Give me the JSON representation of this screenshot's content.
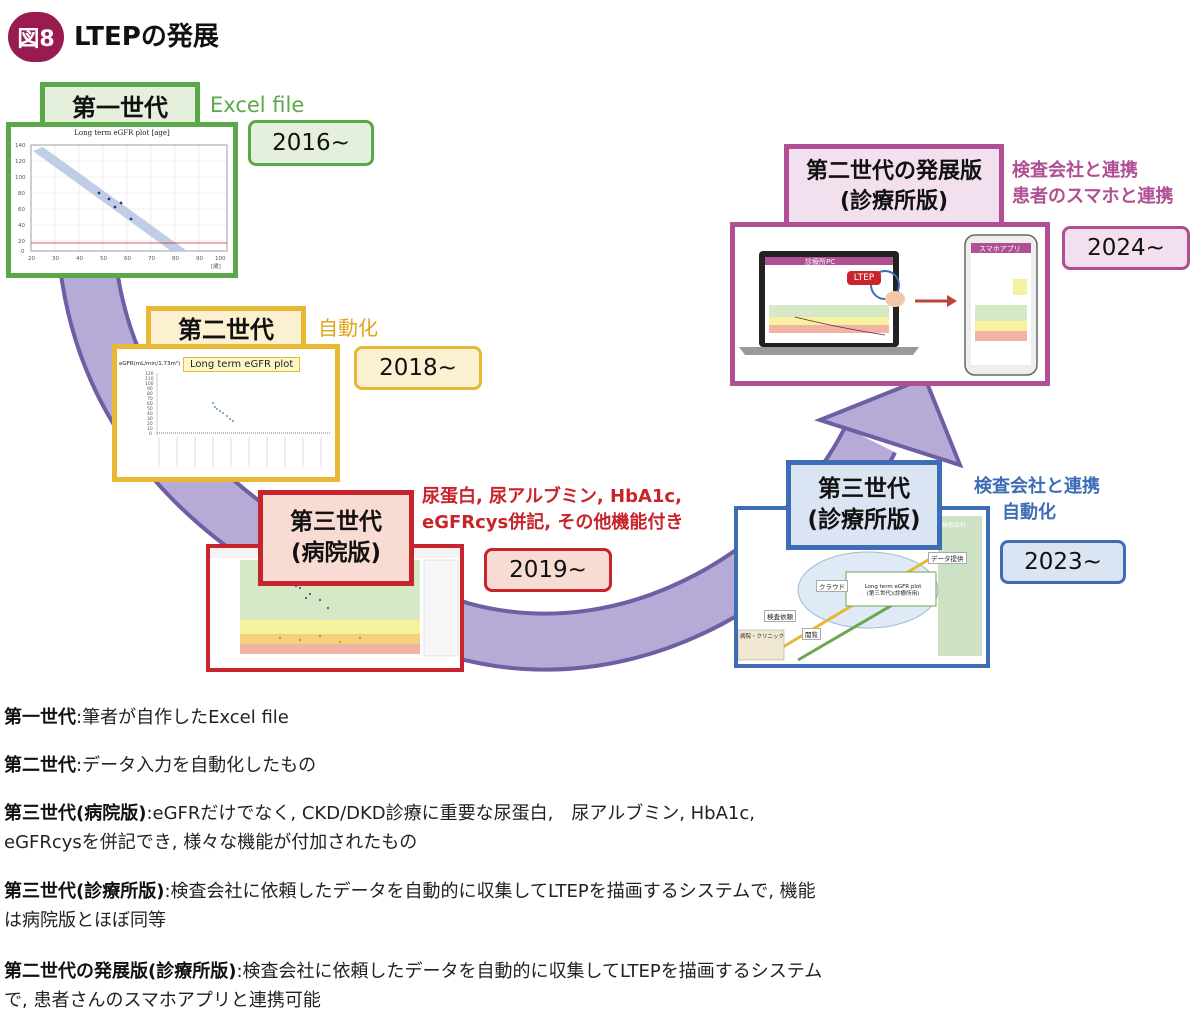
{
  "title": {
    "badge": "図8",
    "text": "LTEPの発展"
  },
  "colors": {
    "gen1": "#5aa84a",
    "gen2": "#e8b834",
    "gen3h": "#c8242b",
    "gen3c": "#3e6db5",
    "gen2dev": "#b04f93",
    "arrow": "#8b7bb8",
    "badge": "#9a1b4f"
  },
  "gen1": {
    "label": "第一世代",
    "note": "Excel file",
    "year": "2016~",
    "chart": {
      "title": "Long term eGFR plot [age]",
      "yticks": [
        "140",
        "120",
        "100",
        "80",
        "60",
        "40",
        "20",
        "0"
      ],
      "xticks": [
        "20",
        "30",
        "40",
        "50",
        "60",
        "70",
        "80",
        "90",
        "100"
      ],
      "xunit": "[歳]"
    }
  },
  "gen2": {
    "label": "第二世代",
    "note": "自動化",
    "year": "2018~",
    "chart": {
      "title": "Long term eGFR plot",
      "ylabel": "eGFR(mL/min/1.73m²)",
      "yticks": [
        "120",
        "110",
        "100",
        "90",
        "80",
        "70",
        "60",
        "50",
        "40",
        "30",
        "20",
        "10",
        "0"
      ]
    }
  },
  "gen3h": {
    "label_line1": "第三世代",
    "label_line2": "(病院版)",
    "note_line1": "尿蛋白, 尿アルブミン, HbA1c,",
    "note_line2": "eGFRcys併記, その他機能付き",
    "year": "2019~"
  },
  "gen3c": {
    "label_line1": "第三世代",
    "label_line2": "(診療所版)",
    "note_line1": "検査会社と連携",
    "note_line2": "自動化",
    "year": "2023~",
    "diagram": {
      "lab": "検査会社",
      "data": "データ提供",
      "cloud": "クラウド",
      "plot_line1": "Long term eGFR plot",
      "plot_line2": "(第三世代)(診療所用)",
      "request": "検査依頼",
      "view": "閲覧",
      "clinic": "病院・クリニック"
    }
  },
  "gen2dev": {
    "label_line1": "第二世代の発展版",
    "label_line2": "(診療所版)",
    "note_line1": "検査会社と連携",
    "note_line2": "患者のスマホと連携",
    "year": "2024~",
    "screens": {
      "pc_title": "診療所PC",
      "ltep": "LTEP",
      "app_title": "スマホアプリ"
    }
  },
  "descriptions": [
    {
      "head": "第一世代",
      "text": ":筆者が自作したExcel file"
    },
    {
      "head": "第二世代",
      "text": ":データ入力を自動化したもの"
    },
    {
      "head": "第三世代(病院版)",
      "text": ":eGFRだけでなく, CKD/DKD診療に重要な尿蛋白,　尿アルブミン, HbA1c,",
      "text2": "eGFRcysを併記でき, 様々な機能が付加されたもの"
    },
    {
      "head": "第三世代(診療所版)",
      "text": ":検査会社に依頼したデータを自動的に収集してLTEPを描画するシステムで, 機能",
      "text2": "は病院版とほぼ同等"
    },
    {
      "head": "第二世代の発展版(診療所版)",
      "text": ":検査会社に依頼したデータを自動的に収集してLTEPを描画するシステム",
      "text2": "で, 患者さんのスマホアプリと連携可能"
    }
  ]
}
